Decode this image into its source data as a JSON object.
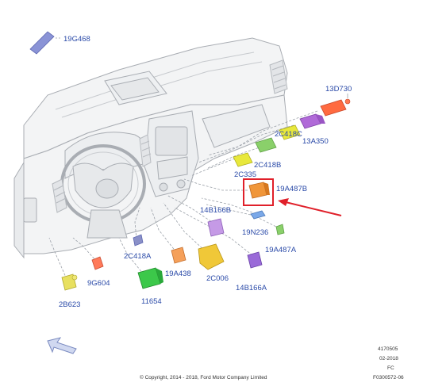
{
  "labels": {
    "p19G468": "19G468",
    "p13D730": "13D730",
    "p2C418C": "2C418C",
    "p13A350": "13A350",
    "p2C418B": "2C418B",
    "p2C335": "2C335",
    "p19A487B": "19A487B",
    "p14B166B": "14B166B",
    "p19N236": "19N236",
    "p19A487A": "19A487A",
    "p2C418A": "2C418A",
    "p9G604": "9G604",
    "p19A438": "19A438",
    "p2C006": "2C006",
    "p14B166A": "14B166A",
    "p2B623": "2B623",
    "p11654": "11654"
  },
  "meta": {
    "number": "4170505",
    "date": "02-2018",
    "code": "FC",
    "ref": "F0300572-06"
  },
  "copyright": "© Copyright, 2014 - 2018, Ford Motor Company Limited",
  "colors": {
    "label": "#2a4aa8",
    "highlight_box": "#e0202a",
    "arrow": "#e0202a",
    "outline": "#9aa0a8"
  }
}
